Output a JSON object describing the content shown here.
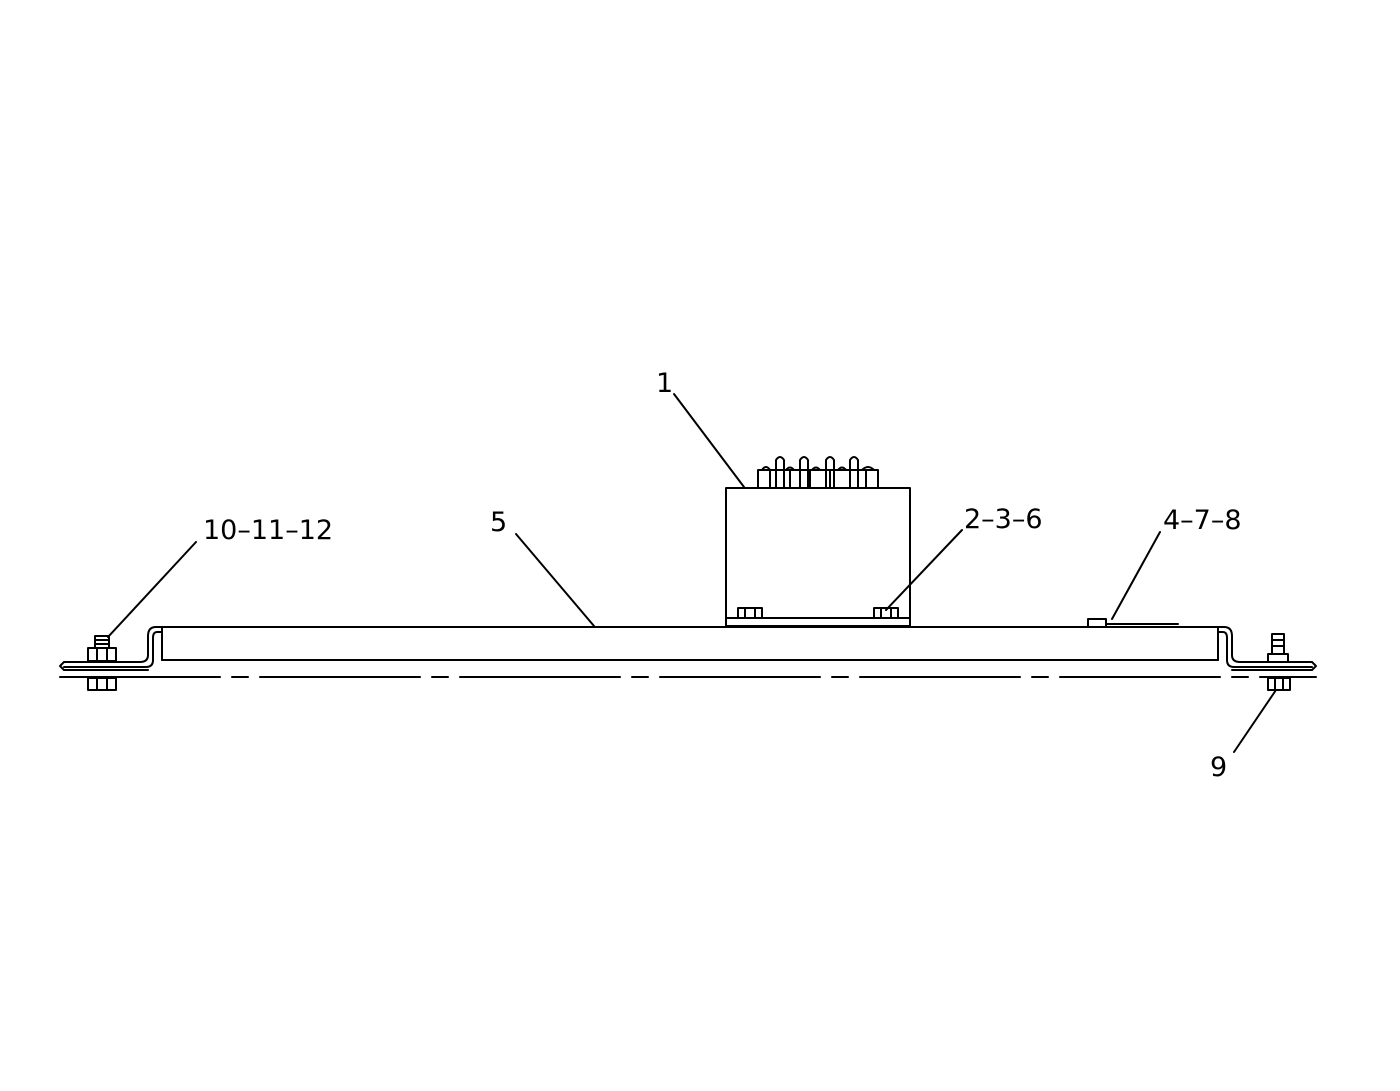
{
  "diagram": {
    "callouts": {
      "c1": "1",
      "c5": "5",
      "c236": "2–3–6",
      "c478": "4–7–8",
      "c101112": "10–11–12",
      "c9": "9"
    },
    "colors": {
      "line": "#000000",
      "background": "#ffffff"
    }
  }
}
